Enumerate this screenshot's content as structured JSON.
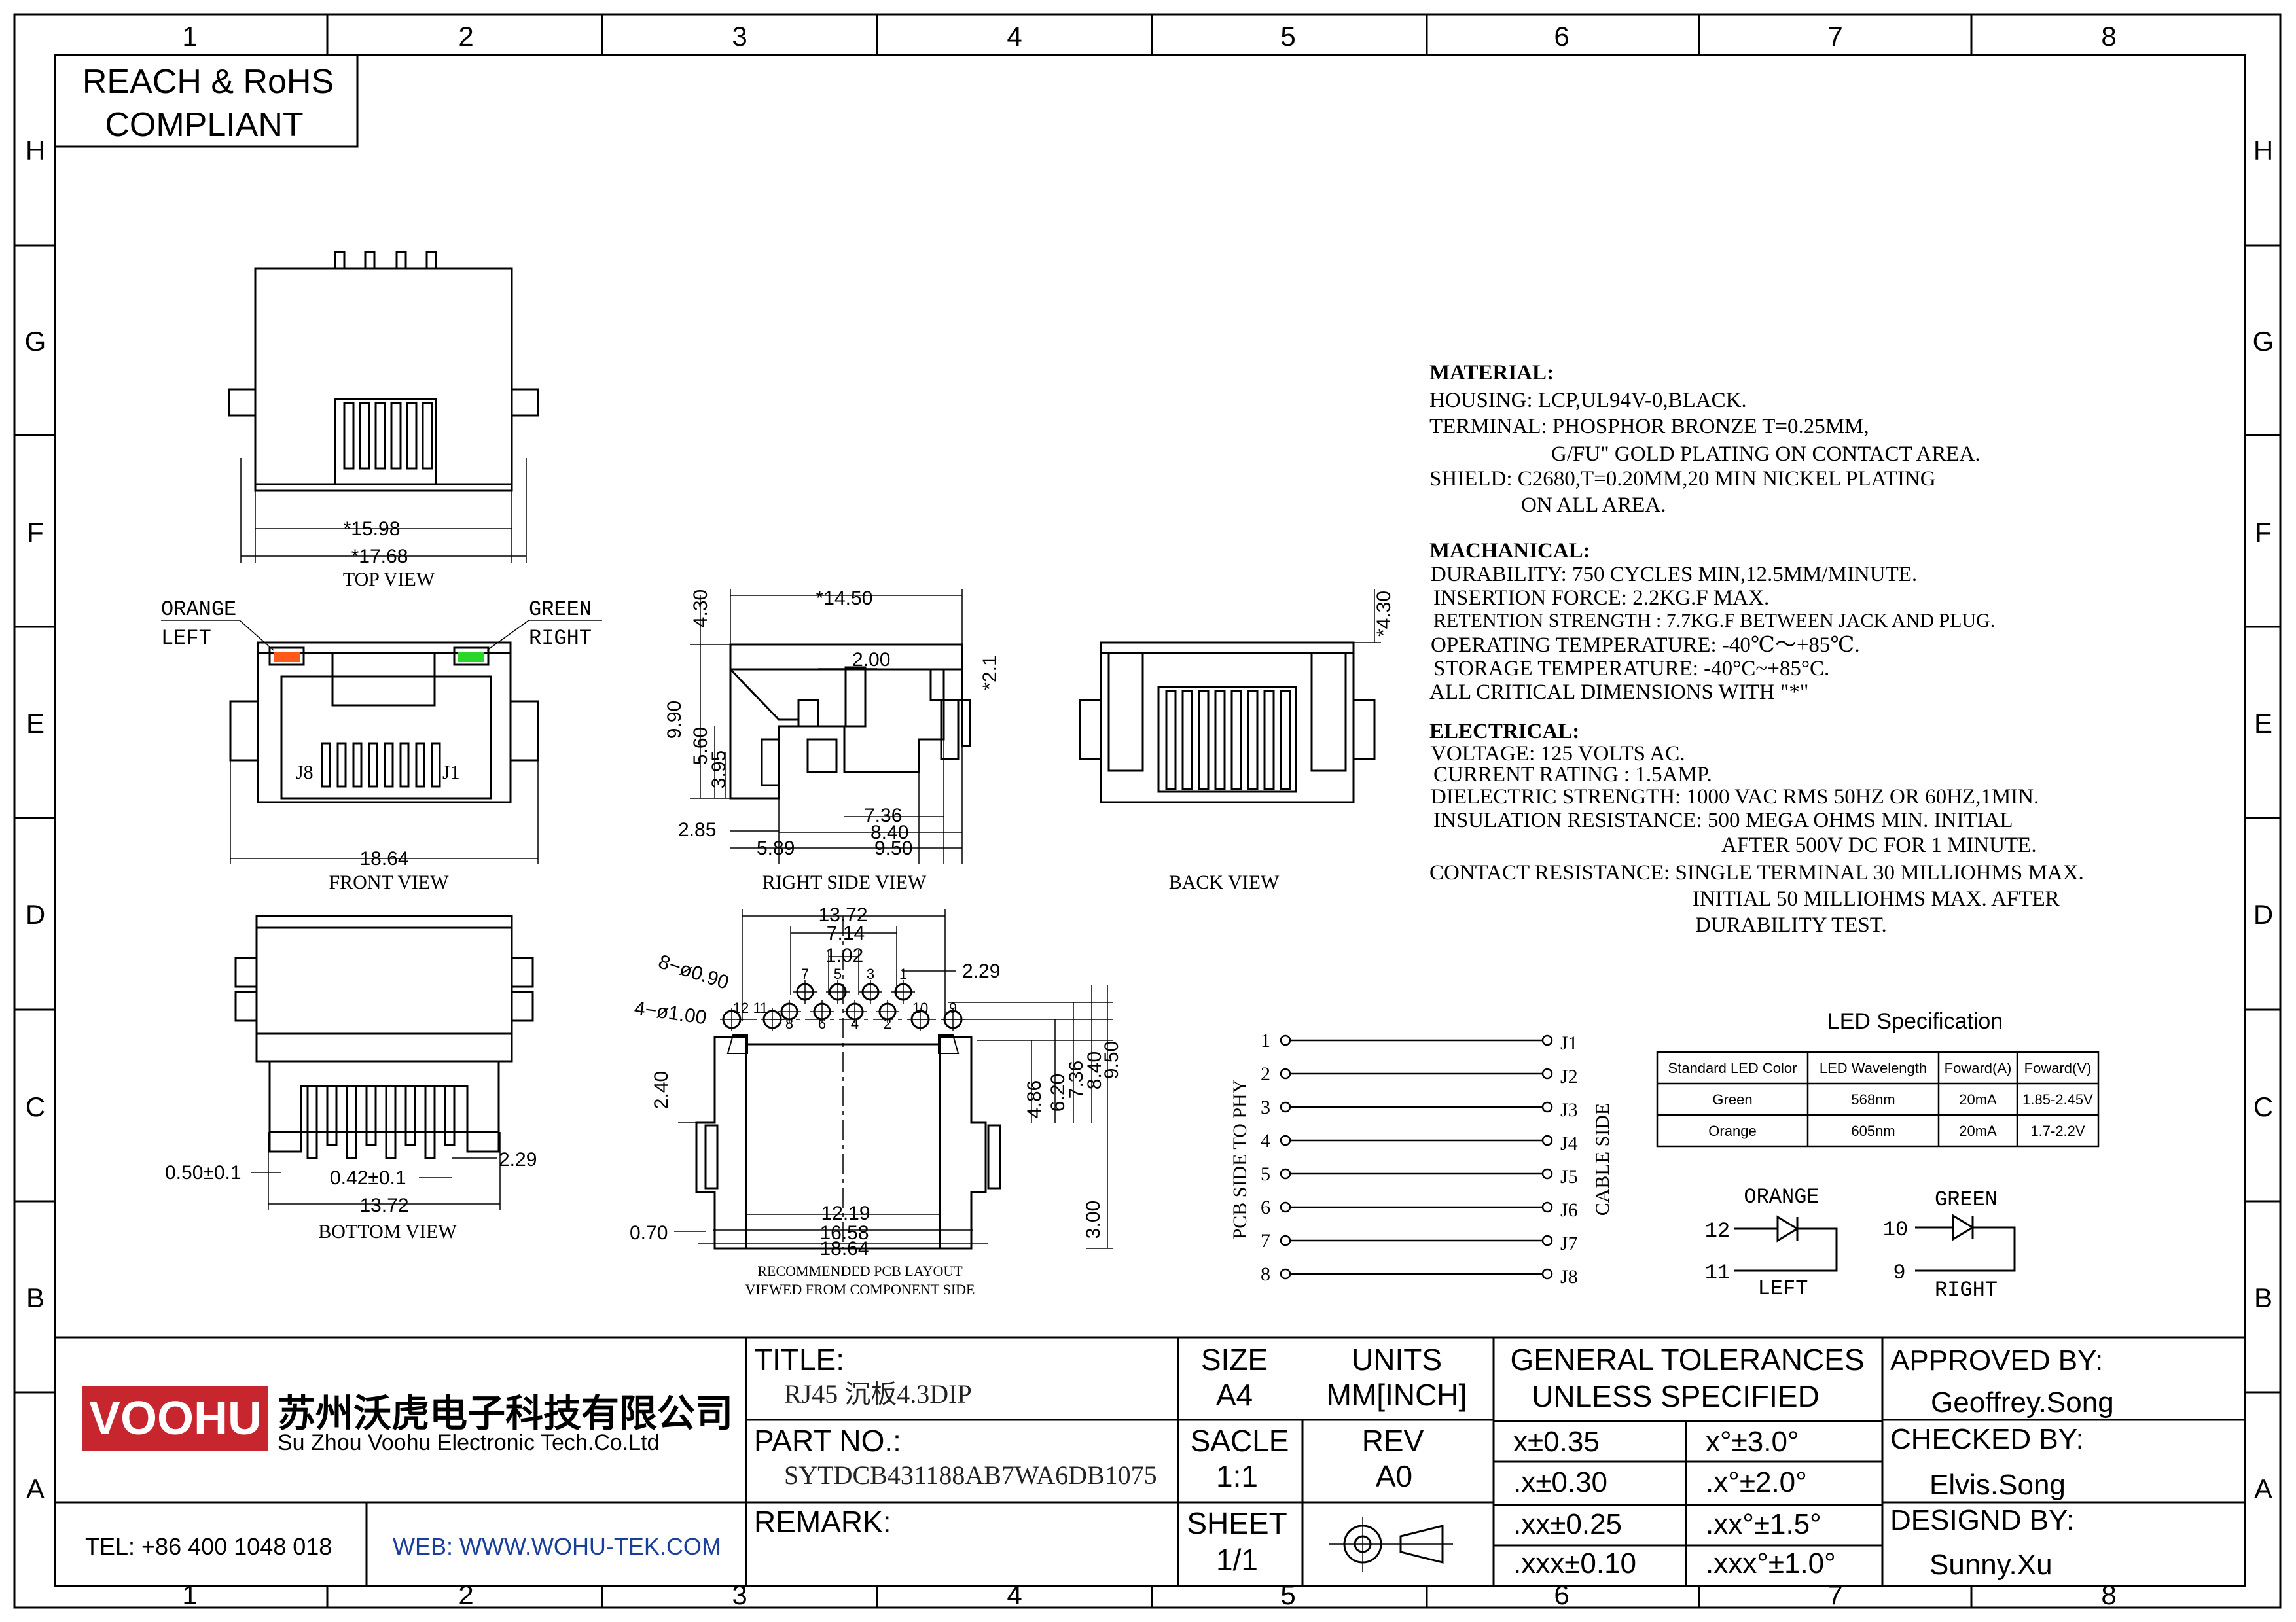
{
  "frame": {
    "columns": [
      "1",
      "2",
      "3",
      "4",
      "5",
      "6",
      "7",
      "8"
    ],
    "rows": [
      "H",
      "G",
      "F",
      "E",
      "D",
      "C",
      "B",
      "A"
    ]
  },
  "compliance": {
    "line1": "REACH & RoHS",
    "line2": "COMPLIANT"
  },
  "views": {
    "top": {
      "label": "TOP VIEW",
      "dim_inner": "*15.98",
      "dim_outer": "*17.68"
    },
    "front": {
      "label": "FRONT VIEW",
      "dim_width": "18.64",
      "led_left": "ORANGE",
      "led_left_pos": "LEFT",
      "led_right": "GREEN",
      "led_right_pos": "RIGHT",
      "pin_left": "J8",
      "pin_right": "J1"
    },
    "right_side": {
      "label": "RIGHT SIDE VIEW",
      "d1": "*14.50",
      "d2": "2.00",
      "d3": "*2.1",
      "d4": "4.30",
      "d5": "9.90",
      "d6": "5.60",
      "d7": "3.95",
      "d8": "2.85",
      "d9": "7.36",
      "d10": "8.40",
      "d11": "5.89",
      "d12": "9.50"
    },
    "back": {
      "label": "BACK VIEW",
      "d1": "*4.30"
    },
    "bottom": {
      "label": "BOTTOM VIEW",
      "d1": "0.50±0.1",
      "d2": "0.42±0.1",
      "d3": "2.29",
      "d4": "13.72"
    },
    "pcb": {
      "label1": "RECOMMENDED PCB LAYOUT",
      "label2": "VIEWED FROM COMPONENT SIDE",
      "d_top1": "13.72",
      "d_top2": "7.14",
      "d_top3": "1.02",
      "d_top4": "2.29",
      "hole1": "8−ø0.90",
      "hole2": "4−ø1.00",
      "pins_top": [
        "7",
        "5",
        "3",
        "1"
      ],
      "pins_bottom": [
        "8",
        "6",
        "4",
        "2"
      ],
      "led_pins_left": [
        "12",
        "11"
      ],
      "led_pins_right": [
        "10",
        "9"
      ],
      "d_right": [
        "4.86",
        "6.20",
        "7.36",
        "8.40",
        "9.50"
      ],
      "d_left": "2.40",
      "d_bot1": "12.19",
      "d_bot2": "16.58",
      "d_bot3": "18.64",
      "d_070": "0.70",
      "d_300": "3.00"
    }
  },
  "specs": {
    "material_title": "MATERIAL:",
    "material": [
      "HOUSING: LCP,UL94V-0,BLACK.",
      "TERMINAL: PHOSPHOR BRONZE T=0.25MM,",
      "G/FU\" GOLD PLATING ON CONTACT AREA.",
      "SHIELD: C2680,T=0.20MM,20 MIN NICKEL PLATING",
      "ON ALL AREA."
    ],
    "mech_title": "MACHANICAL:",
    "mech": [
      "DURABILITY: 750 CYCLES MIN,12.5MM/MINUTE.",
      "INSERTION FORCE: 2.2KG.F MAX.",
      "RETENTION STRENGTH : 7.7KG.F BETWEEN JACK AND PLUG.",
      "OPERATING TEMPERATURE: -40℃～+85℃.",
      "STORAGE TEMPERATURE: -40°C~+85°C.",
      "ALL CRITICAL DIMENSIONS WITH \"*\""
    ],
    "elec_title": "ELECTRICAL:",
    "elec": [
      "VOLTAGE: 125 VOLTS AC.",
      "CURRENT RATING : 1.5AMP.",
      "DIELECTRIC STRENGTH: 1000 VAC RMS 50HZ OR 60HZ,1MIN.",
      "INSULATION RESISTANCE: 500 MEGA OHMS MIN. INITIAL",
      "AFTER 500V DC FOR 1 MINUTE.",
      "CONTACT RESISTANCE: SINGLE TERMINAL 30 MILLIOHMS MAX.",
      "INITIAL 50 MILLIOHMS MAX. AFTER",
      "DURABILITY TEST."
    ]
  },
  "schematic": {
    "left_label": "PCB SIDE TO PHY",
    "right_label": "CABLE SIDE",
    "pins_left": [
      "1",
      "2",
      "3",
      "4",
      "5",
      "6",
      "7",
      "8"
    ],
    "pins_right": [
      "J1",
      "J2",
      "J3",
      "J4",
      "J5",
      "J6",
      "J7",
      "J8"
    ]
  },
  "led_spec": {
    "title": "LED Specification",
    "headers": [
      "Standard LED Color",
      "LED Wavelength",
      "Foward(A)",
      "Foward(V)"
    ],
    "rows": [
      [
        "Green",
        "568nm",
        "20mA",
        "1.85-2.45V"
      ],
      [
        "Orange",
        "605nm",
        "20mA",
        "1.7-2.2V"
      ]
    ],
    "orange": {
      "label": "ORANGE",
      "pin_a": "12",
      "pin_b": "11",
      "side": "LEFT"
    },
    "green": {
      "label": "GREEN",
      "pin_a": "10",
      "pin_b": "9",
      "side": "RIGHT"
    }
  },
  "title_block": {
    "company_logo": "VOOHU",
    "company_cn": "苏州沃虎电子科技有限公司",
    "company_en": "Su Zhou Voohu Electronic Tech.Co.Ltd",
    "tel": "TEL: +86 400 1048 018",
    "web": "WEB: WWW.WOHU-TEK.COM",
    "title_label": "TITLE:",
    "title_value": "RJ45 沉板4.3DIP",
    "part_label": "PART NO.:",
    "part_value": "SYTDCB431188AB7WA6DB1075",
    "remark_label": "REMARK:",
    "size_label": "SIZE",
    "size_value": "A4",
    "units_label": "UNITS",
    "units_value": "MM[INCH]",
    "scale_label": "SACLE",
    "scale_value": "1:1",
    "rev_label": "REV",
    "rev_value": "A0",
    "sheet_label": "SHEET",
    "sheet_value": "1/1",
    "tol_title1": "GENERAL TOLERANCES",
    "tol_title2": "UNLESS SPECIFIED",
    "tol": [
      [
        "x±0.35",
        "x°±3.0°"
      ],
      [
        ".x±0.30",
        ".x°±2.0°"
      ],
      [
        ".xx±0.25",
        ".xx°±1.5°"
      ],
      [
        ".xxx±0.10",
        ".xxx°±1.0°"
      ]
    ],
    "approved_label": "APPROVED BY:",
    "approved_value": "Geoffrey.Song",
    "checked_label": "CHECKED BY:",
    "checked_value": "Elvis.Song",
    "design_label": "DESIGND BY:",
    "design_value": "Sunny.Xu"
  },
  "colors": {
    "led_orange": "#ff5a1a",
    "led_green": "#2bd62b",
    "brand_red": "#c8262e",
    "web_blue": "#1a3f9a"
  }
}
